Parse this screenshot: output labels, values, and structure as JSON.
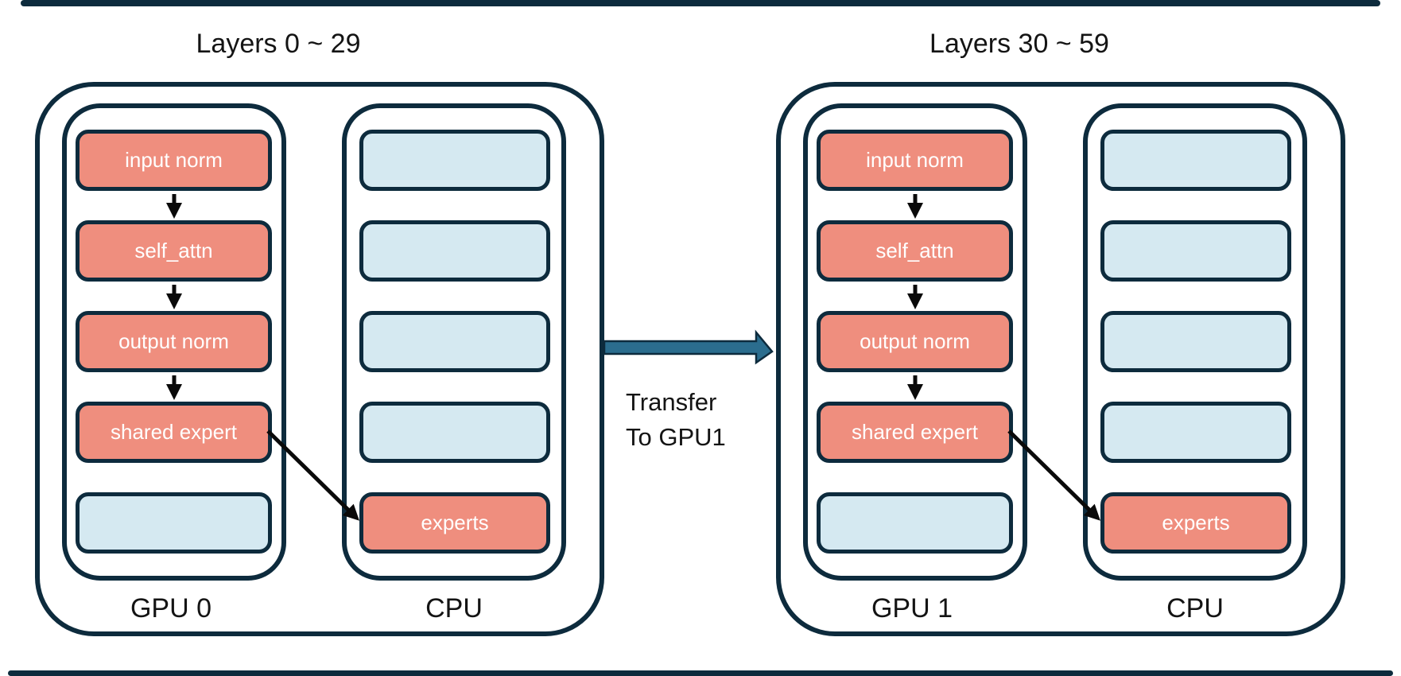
{
  "titles": {
    "left": "Layers 0 ~ 29",
    "right": "Layers 30 ~ 59"
  },
  "groups": [
    {
      "title": "Layers 0 ~ 29",
      "gpu": {
        "label": "GPU 0",
        "boxes": [
          {
            "label": "input norm",
            "type": "resident"
          },
          {
            "label": "self_attn",
            "type": "resident"
          },
          {
            "label": "output norm",
            "type": "resident"
          },
          {
            "label": "shared expert",
            "type": "resident"
          },
          {
            "label": "",
            "type": "empty"
          }
        ]
      },
      "cpu": {
        "label": "CPU",
        "boxes": [
          {
            "label": "",
            "type": "empty"
          },
          {
            "label": "",
            "type": "empty"
          },
          {
            "label": "",
            "type": "empty"
          },
          {
            "label": "",
            "type": "empty"
          },
          {
            "label": "experts",
            "type": "resident"
          }
        ]
      }
    },
    {
      "title": "Layers 30 ~ 59",
      "gpu": {
        "label": "GPU 1",
        "boxes": [
          {
            "label": "input norm",
            "type": "resident"
          },
          {
            "label": "self_attn",
            "type": "resident"
          },
          {
            "label": "output norm",
            "type": "resident"
          },
          {
            "label": "shared expert",
            "type": "resident"
          },
          {
            "label": "",
            "type": "empty"
          }
        ]
      },
      "cpu": {
        "label": "CPU",
        "boxes": [
          {
            "label": "",
            "type": "empty"
          },
          {
            "label": "",
            "type": "empty"
          },
          {
            "label": "",
            "type": "empty"
          },
          {
            "label": "",
            "type": "empty"
          },
          {
            "label": "experts",
            "type": "resident"
          }
        ]
      }
    }
  ],
  "transfer": {
    "line1": "Transfer",
    "line2": "To GPU1"
  },
  "colors": {
    "border_navy": "#0d2b3d",
    "module_salmon": "#ef8e7e",
    "empty_blue": "#d5e9f1",
    "transfer_arrow_teal": "#2b6d8e",
    "flow_arrow_black": "#0a0a0a",
    "text_dark": "#141414",
    "text_light": "#ffffff",
    "background": "#ffffff"
  }
}
